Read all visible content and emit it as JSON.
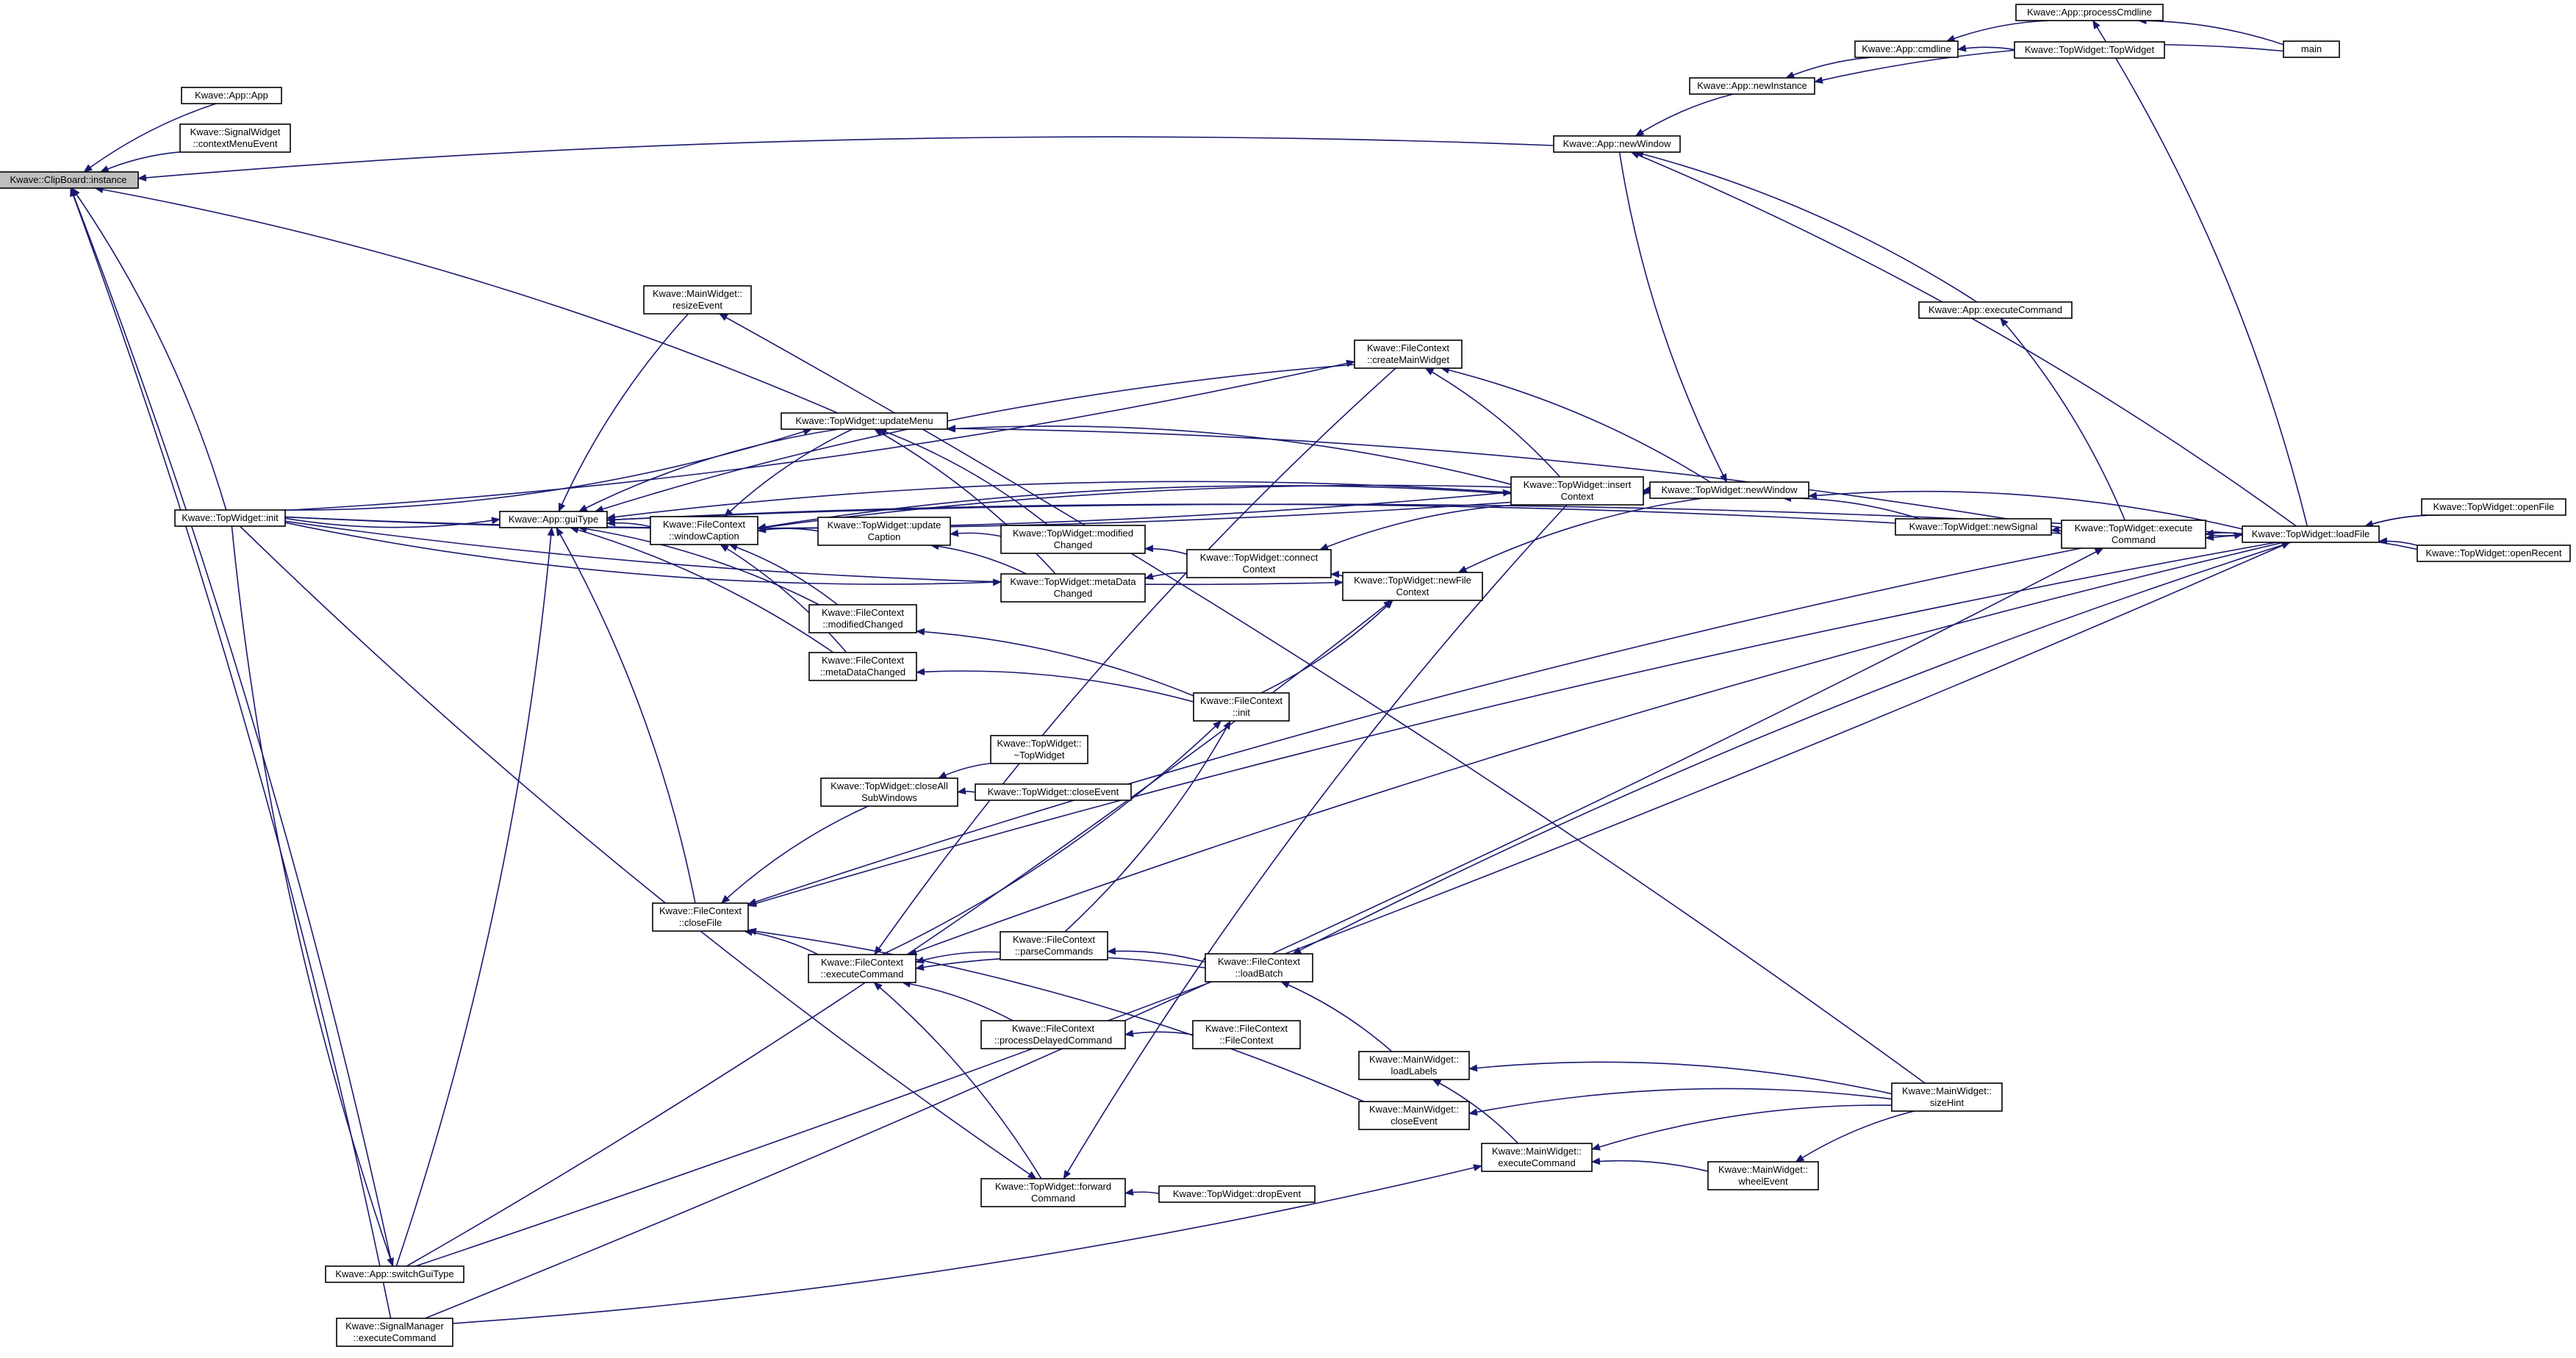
{
  "graph": {
    "title": "",
    "colors": {
      "edge": "#191970",
      "root_fill": "#bfbfbf",
      "node_fill": "#ffffff",
      "node_stroke": "#000000"
    },
    "nodes": [
      {
        "id": "clipboard",
        "lines": [
          "Kwave::ClipBoard::instance"
        ],
        "root": true
      },
      {
        "id": "appApp",
        "lines": [
          "Kwave::App::App"
        ]
      },
      {
        "id": "swContext",
        "lines": [
          "Kwave::SignalWidget",
          "::contextMenuEvent"
        ]
      },
      {
        "id": "twInit",
        "lines": [
          "Kwave::TopWidget::init"
        ]
      },
      {
        "id": "appSwitchGui",
        "lines": [
          "Kwave::App::switchGuiType"
        ]
      },
      {
        "id": "smExec",
        "lines": [
          "Kwave::SignalManager",
          "::executeCommand"
        ]
      },
      {
        "id": "appGuiType",
        "lines": [
          "Kwave::App::guiType"
        ]
      },
      {
        "id": "mwResize",
        "lines": [
          "Kwave::MainWidget::",
          "resizeEvent"
        ]
      },
      {
        "id": "fcWindowCaption",
        "lines": [
          "Kwave::FileContext",
          "::windowCaption"
        ]
      },
      {
        "id": "twUpdateMenu",
        "lines": [
          "Kwave::TopWidget::updateMenu"
        ]
      },
      {
        "id": "twUpdateCaption",
        "lines": [
          "Kwave::TopWidget::update",
          "Caption"
        ]
      },
      {
        "id": "twModifiedChanged",
        "lines": [
          "Kwave::TopWidget::modified",
          "Changed"
        ]
      },
      {
        "id": "twMetaDataChanged",
        "lines": [
          "Kwave::TopWidget::metaData",
          "Changed"
        ]
      },
      {
        "id": "fcModifiedChanged",
        "lines": [
          "Kwave::FileContext",
          "::modifiedChanged"
        ]
      },
      {
        "id": "fcMetaDataChanged",
        "lines": [
          "Kwave::FileContext",
          "::metaDataChanged"
        ]
      },
      {
        "id": "twConnectContext",
        "lines": [
          "Kwave::TopWidget::connect",
          "Context"
        ]
      },
      {
        "id": "twNewFileContext",
        "lines": [
          "Kwave::TopWidget::newFile",
          "Context"
        ]
      },
      {
        "id": "fcInit",
        "lines": [
          "Kwave::FileContext",
          "::init"
        ]
      },
      {
        "id": "twCloseAll",
        "lines": [
          "Kwave::TopWidget::closeAll",
          "SubWindows"
        ]
      },
      {
        "id": "twDestructor",
        "lines": [
          "Kwave::TopWidget::",
          "~TopWidget"
        ]
      },
      {
        "id": "twCloseEvent",
        "lines": [
          "Kwave::TopWidget::closeEvent"
        ]
      },
      {
        "id": "fcCloseFile",
        "lines": [
          "Kwave::FileContext",
          "::closeFile"
        ]
      },
      {
        "id": "fcExecCmd",
        "lines": [
          "Kwave::FileContext",
          "::executeCommand"
        ]
      },
      {
        "id": "fcParseCmds",
        "lines": [
          "Kwave::FileContext",
          "::parseCommands"
        ]
      },
      {
        "id": "fcLoadBatch",
        "lines": [
          "Kwave::FileContext",
          "::loadBatch"
        ]
      },
      {
        "id": "fcProcessDelayed",
        "lines": [
          "Kwave::FileContext",
          "::processDelayedCommand"
        ]
      },
      {
        "id": "fcFileContext",
        "lines": [
          "Kwave::FileContext",
          "::FileContext"
        ]
      },
      {
        "id": "twForwardCmd",
        "lines": [
          "Kwave::TopWidget::forward",
          "Command"
        ]
      },
      {
        "id": "twDropEvent",
        "lines": [
          "Kwave::TopWidget::dropEvent"
        ]
      },
      {
        "id": "fcCreateMainWidget",
        "lines": [
          "Kwave::FileContext",
          "::createMainWidget"
        ]
      },
      {
        "id": "twInsertContext",
        "lines": [
          "Kwave::TopWidget::insert",
          "Context"
        ]
      },
      {
        "id": "twNewWindow",
        "lines": [
          "Kwave::TopWidget::newWindow"
        ]
      },
      {
        "id": "appNewWindow",
        "lines": [
          "Kwave::App::newWindow"
        ]
      },
      {
        "id": "appNewInstance",
        "lines": [
          "Kwave::App::newInstance"
        ]
      },
      {
        "id": "appCmdline",
        "lines": [
          "Kwave::App::cmdline"
        ]
      },
      {
        "id": "appProcessCmdline",
        "lines": [
          "Kwave::App::processCmdline"
        ]
      },
      {
        "id": "twTopWidget",
        "lines": [
          "Kwave::TopWidget::TopWidget"
        ]
      },
      {
        "id": "main",
        "lines": [
          "main"
        ]
      },
      {
        "id": "appExecCmd",
        "lines": [
          "Kwave::App::executeCommand"
        ]
      },
      {
        "id": "twNewSignal",
        "lines": [
          "Kwave::TopWidget::newSignal"
        ]
      },
      {
        "id": "twExecCmd",
        "lines": [
          "Kwave::TopWidget::execute",
          "Command"
        ]
      },
      {
        "id": "twLoadFile",
        "lines": [
          "Kwave::TopWidget::loadFile"
        ]
      },
      {
        "id": "twOpenFile",
        "lines": [
          "Kwave::TopWidget::openFile"
        ]
      },
      {
        "id": "twOpenRecent",
        "lines": [
          "Kwave::TopWidget::openRecent"
        ]
      },
      {
        "id": "mwLoadLabels",
        "lines": [
          "Kwave::MainWidget::",
          "loadLabels"
        ]
      },
      {
        "id": "mwCloseEvent",
        "lines": [
          "Kwave::MainWidget::",
          "closeEvent"
        ]
      },
      {
        "id": "mwExecCmd",
        "lines": [
          "Kwave::MainWidget::",
          "executeCommand"
        ]
      },
      {
        "id": "mwWheelEvent",
        "lines": [
          "Kwave::MainWidget::",
          "wheelEvent"
        ]
      },
      {
        "id": "mwSizeHint",
        "lines": [
          "Kwave::MainWidget::",
          "sizeHint"
        ]
      }
    ],
    "edges": [
      [
        "appApp",
        "clipboard"
      ],
      [
        "swContext",
        "clipboard"
      ],
      [
        "twInit",
        "clipboard"
      ],
      [
        "appSwitchGui",
        "clipboard"
      ],
      [
        "smExec",
        "clipboard"
      ],
      [
        "twUpdateMenu",
        "clipboard"
      ],
      [
        "appNewWindow",
        "clipboard"
      ],
      [
        "twInit",
        "appGuiType"
      ],
      [
        "twInit",
        "twUpdateMenu"
      ],
      [
        "twInit",
        "twMetaDataChanged"
      ],
      [
        "twInit",
        "twForwardCmd"
      ],
      [
        "twInit",
        "appSwitchGui"
      ],
      [
        "twInit",
        "twNewWindow"
      ],
      [
        "twInit",
        "fcCreateMainWidget"
      ],
      [
        "twInit",
        "twNewFileContext"
      ],
      [
        "twInit",
        "twInsertContext"
      ],
      [
        "appSwitchGui",
        "appGuiType"
      ],
      [
        "appSwitchGui",
        "twNewFileContext"
      ],
      [
        "appSwitchGui",
        "twLoadFile"
      ],
      [
        "smExec",
        "mwExecCmd"
      ],
      [
        "smExec",
        "twExecCmd"
      ],
      [
        "mwResize",
        "appGuiType"
      ],
      [
        "fcWindowCaption",
        "appGuiType"
      ],
      [
        "twUpdateMenu",
        "appGuiType"
      ],
      [
        "fcModifiedChanged",
        "appGuiType"
      ],
      [
        "fcMetaDataChanged",
        "appGuiType"
      ],
      [
        "fcCloseFile",
        "appGuiType"
      ],
      [
        "twInsertContext",
        "appGuiType"
      ],
      [
        "twLoadFile",
        "appGuiType"
      ],
      [
        "twExecCmd",
        "appGuiType"
      ],
      [
        "fcCreateMainWidget",
        "appGuiType"
      ],
      [
        "mwSizeHint",
        "mwResize"
      ],
      [
        "twUpdateCaption",
        "fcWindowCaption"
      ],
      [
        "fcModifiedChanged",
        "fcWindowCaption"
      ],
      [
        "fcMetaDataChanged",
        "fcWindowCaption"
      ],
      [
        "twUpdateMenu",
        "fcWindowCaption"
      ],
      [
        "twInsertContext",
        "fcWindowCaption"
      ],
      [
        "twNewWindow",
        "fcWindowCaption"
      ],
      [
        "twModifiedChanged",
        "twUpdateMenu"
      ],
      [
        "twMetaDataChanged",
        "twUpdateMenu"
      ],
      [
        "twInsertContext",
        "twUpdateMenu"
      ],
      [
        "twExecCmd",
        "twUpdateMenu"
      ],
      [
        "twModifiedChanged",
        "twUpdateCaption"
      ],
      [
        "twMetaDataChanged",
        "twUpdateCaption"
      ],
      [
        "twConnectContext",
        "twModifiedChanged"
      ],
      [
        "twConnectContext",
        "twMetaDataChanged"
      ],
      [
        "fcInit",
        "fcModifiedChanged"
      ],
      [
        "fcInit",
        "fcMetaDataChanged"
      ],
      [
        "twNewFileContext",
        "twConnectContext"
      ],
      [
        "twInsertContext",
        "twConnectContext"
      ],
      [
        "fcInit",
        "twNewFileContext"
      ],
      [
        "twNewWindow",
        "twNewFileContext"
      ],
      [
        "fcExecCmd",
        "fcInit"
      ],
      [
        "fcParseCmds",
        "fcInit"
      ],
      [
        "twDestructor",
        "twCloseAll"
      ],
      [
        "twCloseEvent",
        "twCloseAll"
      ],
      [
        "twCloseAll",
        "fcCloseFile"
      ],
      [
        "fcExecCmd",
        "fcCloseFile"
      ],
      [
        "mwCloseEvent",
        "fcCloseFile"
      ],
      [
        "twExecCmd",
        "fcCloseFile"
      ],
      [
        "twLoadFile",
        "fcCloseFile"
      ],
      [
        "fcParseCmds",
        "fcExecCmd"
      ],
      [
        "fcLoadBatch",
        "fcExecCmd"
      ],
      [
        "fcProcessDelayed",
        "fcExecCmd"
      ],
      [
        "twForwardCmd",
        "fcExecCmd"
      ],
      [
        "twLoadFile",
        "fcExecCmd"
      ],
      [
        "fcCreateMainWidget",
        "fcExecCmd"
      ],
      [
        "fcLoadBatch",
        "fcParseCmds"
      ],
      [
        "fcFileContext",
        "fcProcessDelayed"
      ],
      [
        "mwLoadLabels",
        "fcLoadBatch"
      ],
      [
        "twLoadFile",
        "fcLoadBatch"
      ],
      [
        "twDropEvent",
        "twForwardCmd"
      ],
      [
        "twInsertContext",
        "twForwardCmd"
      ],
      [
        "twInsertContext",
        "fcCreateMainWidget"
      ],
      [
        "twNewWindow",
        "fcCreateMainWidget"
      ],
      [
        "twNewWindow",
        "twInsertContext"
      ],
      [
        "appNewWindow",
        "twNewWindow"
      ],
      [
        "twNewSignal",
        "twNewWindow"
      ],
      [
        "twLoadFile",
        "twNewWindow"
      ],
      [
        "appNewInstance",
        "appNewWindow"
      ],
      [
        "appExecCmd",
        "appNewWindow"
      ],
      [
        "twLoadFile",
        "appNewWindow"
      ],
      [
        "appCmdline",
        "appNewInstance"
      ],
      [
        "main",
        "appNewInstance"
      ],
      [
        "appProcessCmdline",
        "appCmdline"
      ],
      [
        "twTopWidget",
        "appCmdline"
      ],
      [
        "main",
        "appProcessCmdline"
      ],
      [
        "twLoadFile",
        "appProcessCmdline"
      ],
      [
        "twExecCmd",
        "appExecCmd"
      ],
      [
        "twExecCmd",
        "twNewSignal"
      ],
      [
        "twLoadFile",
        "twExecCmd"
      ],
      [
        "twOpenRecent",
        "twExecCmd"
      ],
      [
        "twExecCmd",
        "twLoadFile"
      ],
      [
        "twOpenFile",
        "twLoadFile"
      ],
      [
        "twOpenRecent",
        "twLoadFile"
      ],
      [
        "mwSizeHint",
        "mwLoadLabels"
      ],
      [
        "mwExecCmd",
        "mwLoadLabels"
      ],
      [
        "mwSizeHint",
        "mwCloseEvent"
      ],
      [
        "mwSizeHint",
        "mwExecCmd"
      ],
      [
        "mwWheelEvent",
        "mwExecCmd"
      ],
      [
        "mwSizeHint",
        "mwWheelEvent"
      ],
      [
        "twOpenFile",
        "twLoadFile"
      ]
    ]
  }
}
